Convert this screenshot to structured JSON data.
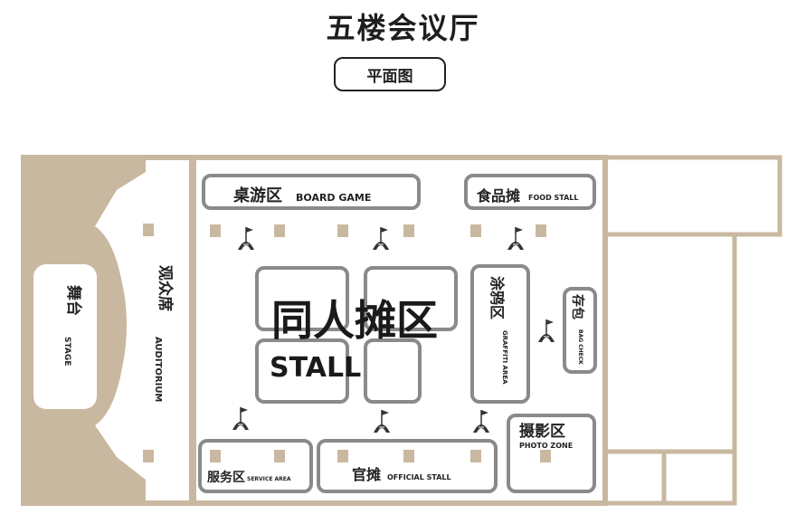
{
  "title": "五楼会议厅",
  "subtitle": "平面图",
  "colors": {
    "wall": "#c9b8a0",
    "zone_border": "#8a8a8a",
    "text": "#222222",
    "marker": "#c9b8a0"
  },
  "icons": [
    "stall-tent-icon"
  ],
  "zones": {
    "stage_zh": "舞台",
    "stage_en": "STAGE",
    "auditorium_zh": "观众席",
    "auditorium_en": "AUDITORIUM",
    "board_game_zh": "桌游区",
    "board_game_en": "BOARD GAME",
    "food_zh": "食品摊",
    "food_en": "FOOD STALL",
    "stall_zh": "同人摊区",
    "stall_en": "STALL",
    "graffiti_zh": "涂鸦区",
    "graffiti_en": "GRAFFITI AREA",
    "bag_zh": "存包",
    "bag_en": "BAG CHECK",
    "photo_zh": "摄影区",
    "photo_en": "PHOTO ZONE",
    "service_zh": "服务区",
    "service_en": "SERVICE AREA",
    "official_zh": "官摊",
    "official_en": "OFFICIAL STALL"
  }
}
